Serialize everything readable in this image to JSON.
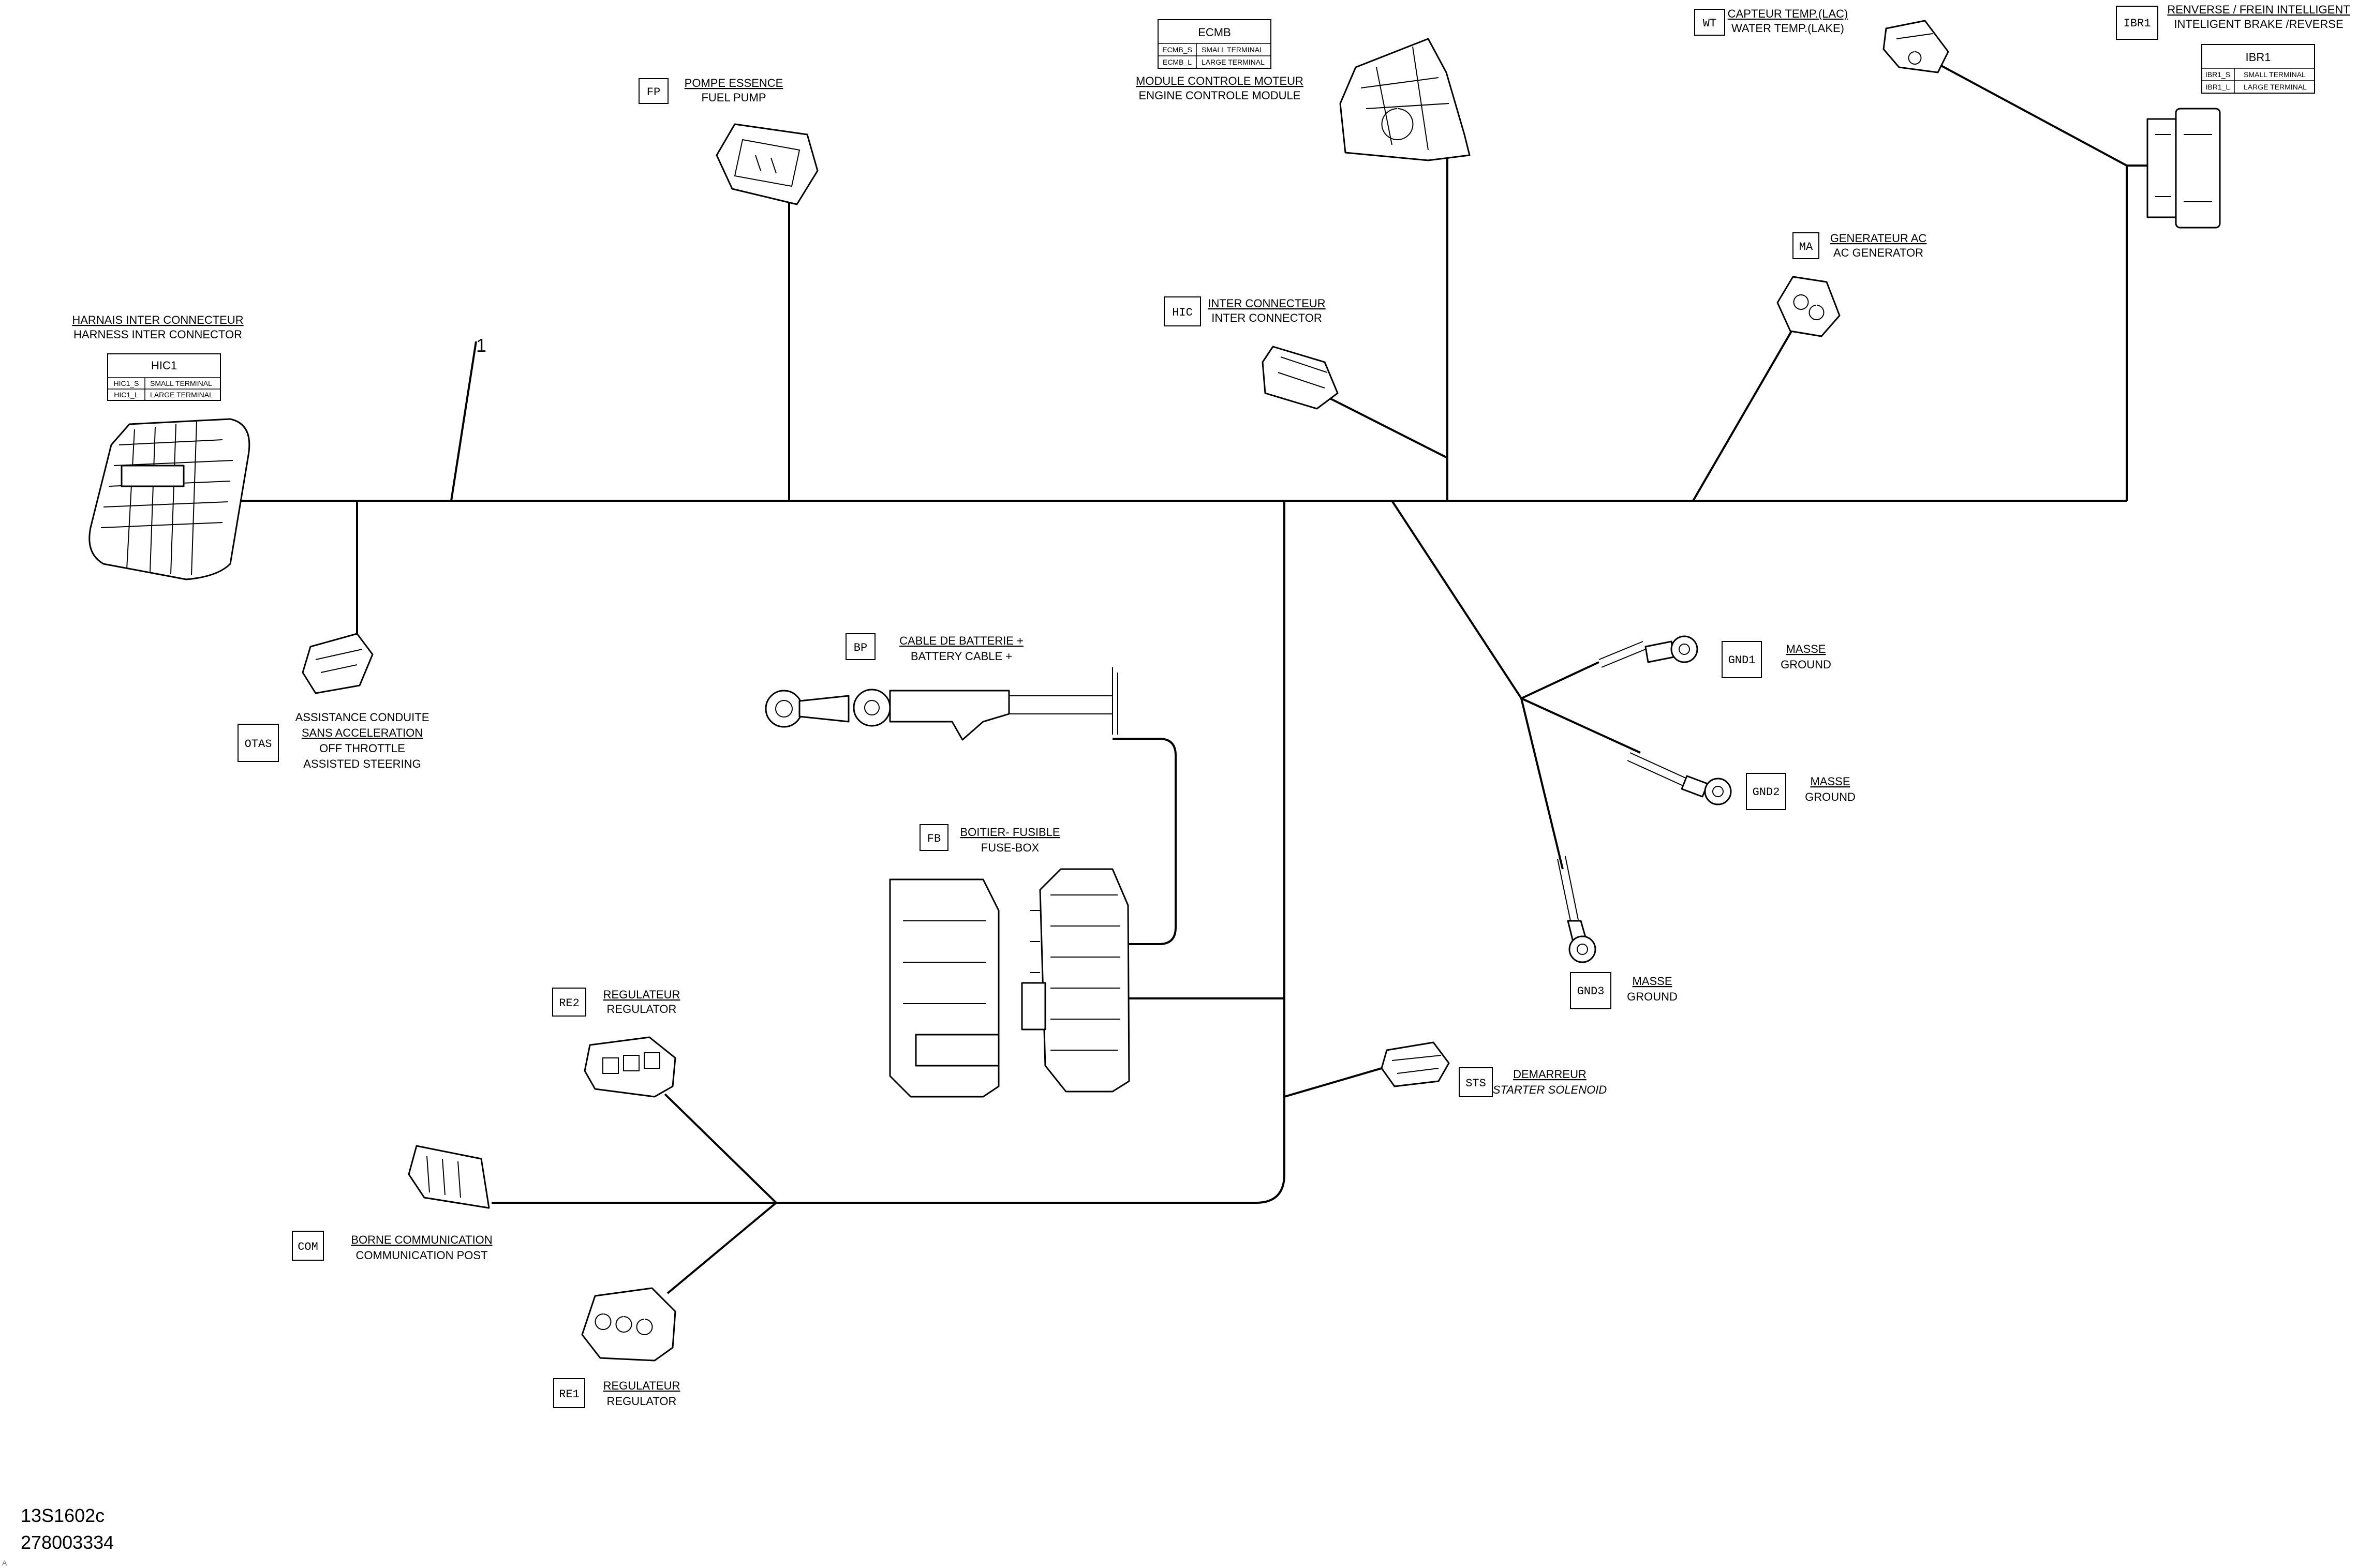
{
  "drawing": {
    "code": "13S1602c",
    "number": "278003334",
    "corner_mark": "A",
    "branch_callout": "1"
  },
  "connectors": {
    "hic1": {
      "fr": "HARNAIS INTER CONNECTEUR",
      "en": "HARNESS INTER CONNECTOR",
      "table_title": "HIC1",
      "rows": [
        [
          "HIC1_S",
          "SMALL TERMINAL"
        ],
        [
          "HIC1_L",
          "LARGE TERMINAL"
        ]
      ]
    },
    "fp": {
      "tag": "FP",
      "fr": "POMPE ESSENCE",
      "en": "FUEL PUMP"
    },
    "ecmb": {
      "table_title": "ECMB",
      "rows": [
        [
          "ECMB_S",
          "SMALL TERMINAL"
        ],
        [
          "ECMB_L",
          "LARGE TERMINAL"
        ]
      ],
      "fr": "MODULE CONTROLE MOTEUR",
      "en": "ENGINE CONTROLE MODULE"
    },
    "wt": {
      "tag": "WT",
      "fr": "CAPTEUR TEMP.(LAC)",
      "en": "WATER TEMP.(LAKE)"
    },
    "ibr1": {
      "tag": "IBR1",
      "fr": "RENVERSE / FREIN INTELLIGENT",
      "en": "INTELIGENT BRAKE /REVERSE",
      "table_title": "IBR1",
      "rows": [
        [
          "IBR1_S",
          "SMALL TERMINAL"
        ],
        [
          "IBR1_L",
          "LARGE TERMINAL"
        ]
      ]
    },
    "ma": {
      "tag": "MA",
      "fr": "GENERATEUR AC",
      "en": "AC GENERATOR"
    },
    "hic": {
      "tag": "HIC",
      "fr": "INTER CONNECTEUR",
      "en": "INTER CONNECTOR"
    },
    "otas": {
      "tag": "OTAS",
      "fr1": "ASSISTANCE CONDUITE",
      "fr2": "SANS ACCELERATION",
      "en1": "OFF THROTTLE",
      "en2": "ASSISTED STEERING"
    },
    "bp": {
      "tag": "BP",
      "fr": "CABLE DE BATTERIE +",
      "en": "BATTERY CABLE +"
    },
    "fb": {
      "tag": "FB",
      "fr": "BOITIER- FUSIBLE",
      "en": "FUSE-BOX"
    },
    "gnd1": {
      "tag": "GND1",
      "fr": "MASSE",
      "en": "GROUND"
    },
    "gnd2": {
      "tag": "GND2",
      "fr": "MASSE",
      "en": "GROUND"
    },
    "gnd3": {
      "tag": "GND3",
      "fr": "MASSE",
      "en": "GROUND"
    },
    "re2": {
      "tag": "RE2",
      "fr": "REGULATEUR",
      "en": "REGULATOR"
    },
    "sts": {
      "tag": "STS",
      "fr": "DEMARREUR",
      "en": "STARTER SOLENOID"
    },
    "com": {
      "tag": "COM",
      "fr": "BORNE COMMUNICATION",
      "en": "COMMUNICATION POST"
    },
    "re1": {
      "tag": "RE1",
      "fr": "REGULATEUR",
      "en": "REGULATOR"
    }
  }
}
